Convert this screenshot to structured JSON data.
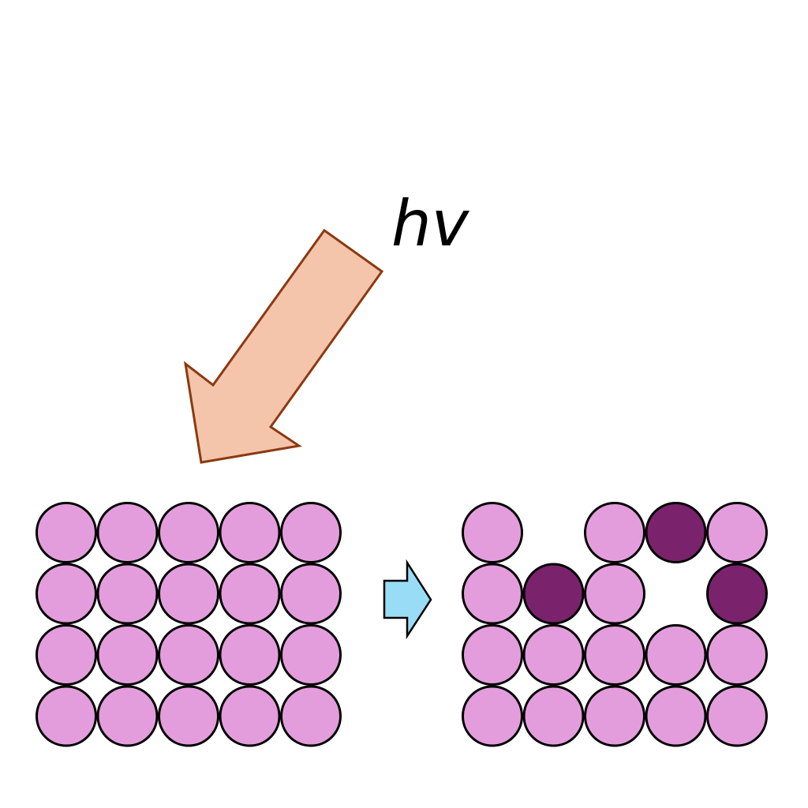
{
  "photon": {
    "label": "hv",
    "arrow_fill": "#f5c5ab",
    "arrow_stroke": "#8b3a12"
  },
  "process_arrow": {
    "fill": "#99dcf6",
    "stroke": "#000000"
  },
  "atom_colors": {
    "normal": "#e49ddc",
    "changed": "#7a226c"
  },
  "lattice_before": {
    "rows": [
      [
        "normal",
        "normal",
        "normal",
        "normal",
        "normal"
      ],
      [
        "normal",
        "normal",
        "normal",
        "normal",
        "normal"
      ],
      [
        "normal",
        "normal",
        "normal",
        "normal",
        "normal"
      ],
      [
        "normal",
        "normal",
        "normal",
        "normal",
        "normal"
      ]
    ]
  },
  "lattice_after": {
    "rows": [
      [
        "normal",
        "empty",
        "normal",
        "changed",
        "normal"
      ],
      [
        "normal",
        "changed",
        "normal",
        "empty",
        "changed"
      ],
      [
        "normal",
        "normal",
        "normal",
        "normal",
        "normal"
      ],
      [
        "normal",
        "normal",
        "normal",
        "normal",
        "normal"
      ]
    ]
  }
}
